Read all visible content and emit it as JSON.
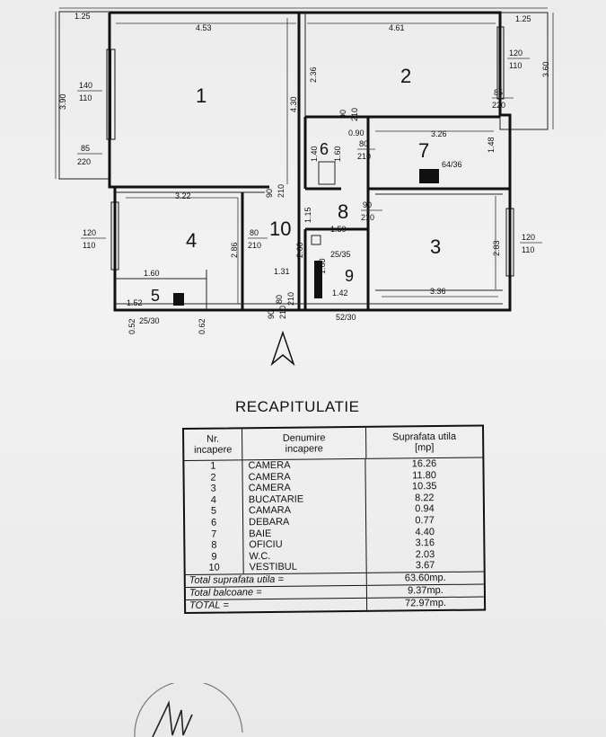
{
  "plan": {
    "rooms": [
      "1",
      "2",
      "3",
      "4",
      "5",
      "6",
      "7",
      "8",
      "9",
      "10"
    ],
    "dimensions": {
      "top_left_balcony": "1.25",
      "top_room1": "4.53",
      "top_room2": "4.61",
      "top_right_balcony": "1.25",
      "left_balcony_height": "3.90",
      "right_balcony_height": "3.60",
      "room1_height": "4.30",
      "room2_height": "2.36",
      "room7_width": "3.26",
      "room7_height": "1.48",
      "room4_width": "3.22",
      "room4_height": "2.86",
      "room10_height": "2.60",
      "room10_width": "1.31",
      "room3_width": "3.36",
      "room3_height": "2.83",
      "room5_width": "1.60",
      "room5_width2": "1.52",
      "room5_depth_a": "0.52",
      "room5_depth_b": "0.62",
      "room6_a": "0.90",
      "room6_b": "1.40",
      "room6_c": "1.60",
      "room8_a": "1.15",
      "room9_top": "1.50",
      "room9_height": "1.60",
      "room9_width": "1.42"
    },
    "openings": {
      "win_room1": [
        "140",
        "110"
      ],
      "door_room1_balcony": [
        "85",
        "220"
      ],
      "win_room2": [
        "120",
        "110"
      ],
      "door_room2_balcony": [
        "85",
        "220"
      ],
      "win_room4": [
        "120",
        "110"
      ],
      "win_room3": [
        "120",
        "110"
      ],
      "door_room1": [
        "90",
        "210"
      ],
      "door_room6": [
        "90",
        "210"
      ],
      "door_room7": [
        "80",
        "210"
      ],
      "door_room8": [
        "90",
        "210"
      ],
      "door_room4": [
        "80",
        "210"
      ],
      "door_entry": [
        "90",
        "210"
      ],
      "door_room9": [
        "80",
        "210"
      ]
    },
    "fixtures": {
      "stove": "64/36",
      "sink_small": "25/35",
      "sink_pantry": "25/30",
      "bath": "52/30"
    },
    "north_arrow": "north-arrow"
  },
  "recap": {
    "title": "RECAPITULATIE",
    "headers": {
      "nr_line1": "Nr.",
      "nr_line2": "incapere",
      "den_line1": "Denumire",
      "den_line2": "incapere",
      "sup_line1": "Suprafata utila",
      "sup_line2": "[mp]"
    },
    "rows": [
      {
        "nr": "1",
        "name": "CAMERA",
        "area": "16.26"
      },
      {
        "nr": "2",
        "name": "CAMERA",
        "area": "11.80"
      },
      {
        "nr": "3",
        "name": "CAMERA",
        "area": "10.35"
      },
      {
        "nr": "4",
        "name": "BUCATARIE",
        "area": "8.22"
      },
      {
        "nr": "5",
        "name": "CAMARA",
        "area": "0.94"
      },
      {
        "nr": "6",
        "name": "DEBARA",
        "area": "0.77"
      },
      {
        "nr": "7",
        "name": "BAIE",
        "area": "4.40"
      },
      {
        "nr": "8",
        "name": "OFICIU",
        "area": "3.16"
      },
      {
        "nr": "9",
        "name": "W.C.",
        "area": "2.03"
      },
      {
        "nr": "10",
        "name": "VESTIBUL",
        "area": "3.67"
      }
    ],
    "totals": [
      {
        "label": "Total suprafata utila =",
        "value": "63.60mp."
      },
      {
        "label": "Total balcoane =",
        "value": "9.37mp."
      },
      {
        "label": "TOTAL =",
        "value": "72.97mp."
      }
    ]
  }
}
